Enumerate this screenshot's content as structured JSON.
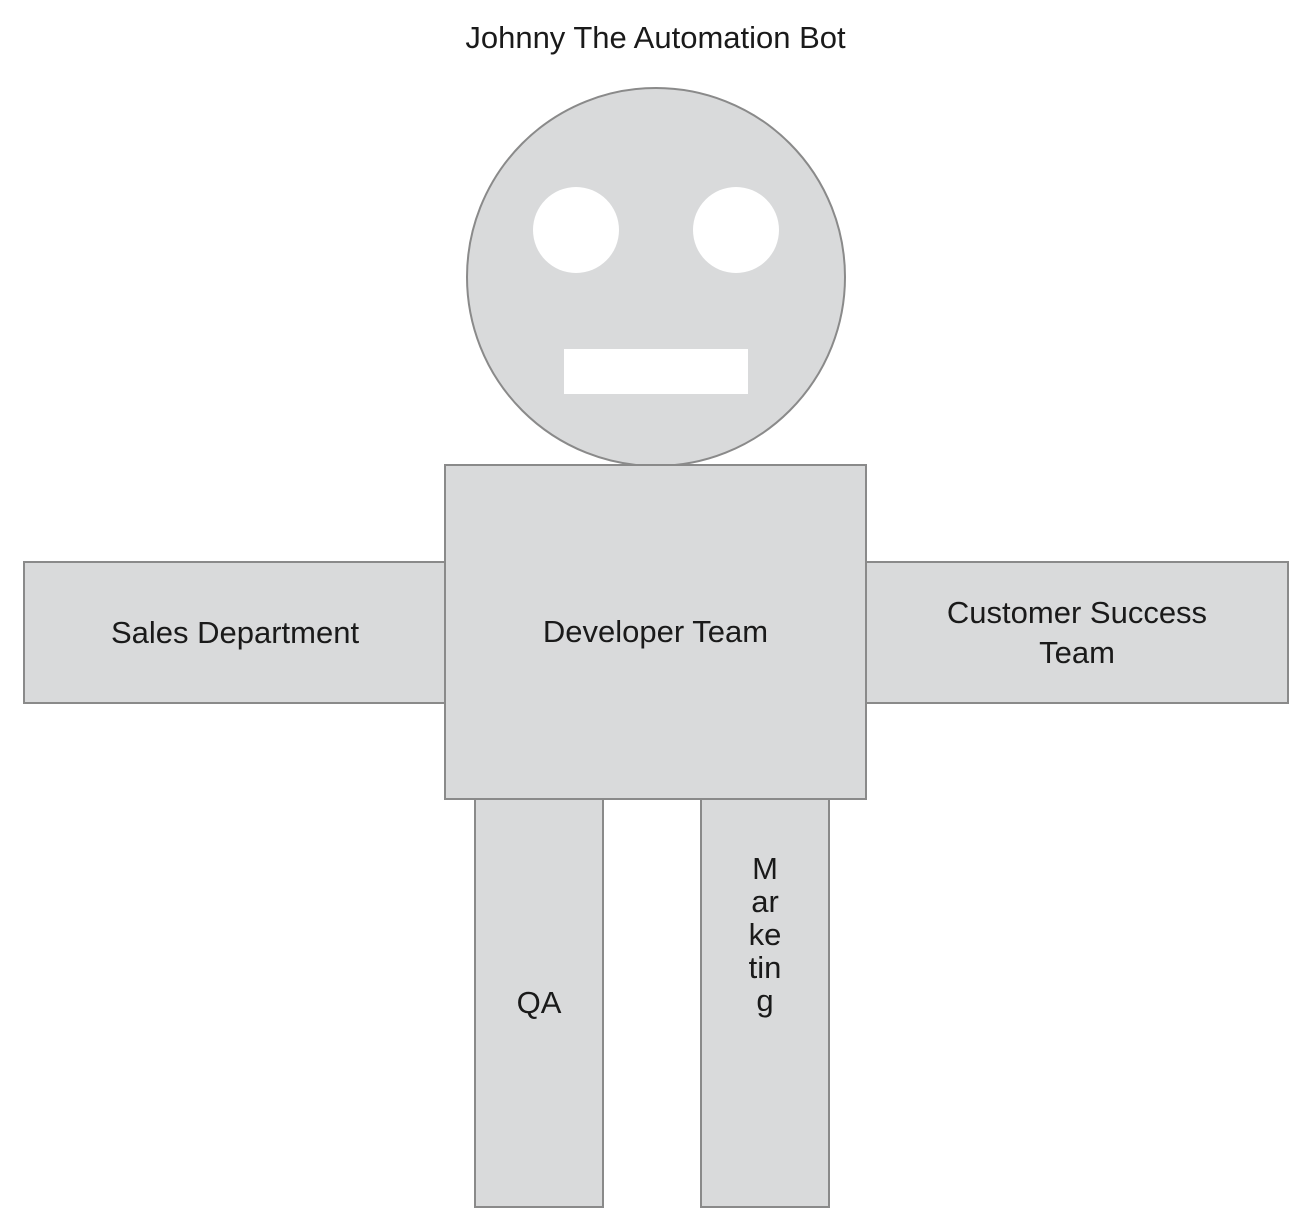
{
  "diagram": {
    "title": "Johnny The Automation Bot",
    "nodes": {
      "arm_left": "Sales Department",
      "body": "Developer Team",
      "arm_right": "Customer Success Team",
      "leg_left": "QA",
      "leg_right": "Marketing"
    }
  },
  "colors": {
    "shape_fill": "#d9dadb",
    "shape_border": "#8a8a8a",
    "face_features": "#ffffff",
    "text": "#1a1a1a"
  }
}
